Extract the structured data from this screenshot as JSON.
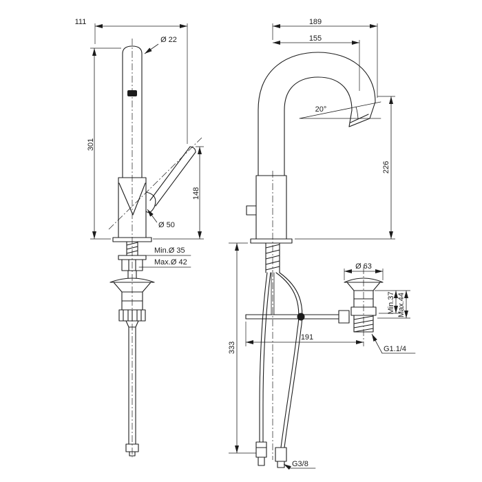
{
  "drawing": {
    "background": "#ffffff",
    "line_color": "#1c1c1c",
    "side_view": {
      "dims": {
        "width": "111",
        "spout_diameter": "Ø 22",
        "height": "301",
        "handle_height": "148",
        "body_diameter": "Ø 50",
        "hole_min": "Min.Ø 35",
        "hole_max": "Max.Ø 42"
      }
    },
    "front_view": {
      "dims": {
        "width": "189",
        "spout_reach": "155",
        "spout_angle": "20°",
        "spout_height": "226",
        "under_height": "333",
        "drain_offset": "191",
        "drain_diameter": "Ø 63",
        "drain_min": "Min.37",
        "drain_max": "Max.44",
        "drain_thread": "G1.1/4",
        "supply_thread": "G3/8"
      }
    }
  }
}
